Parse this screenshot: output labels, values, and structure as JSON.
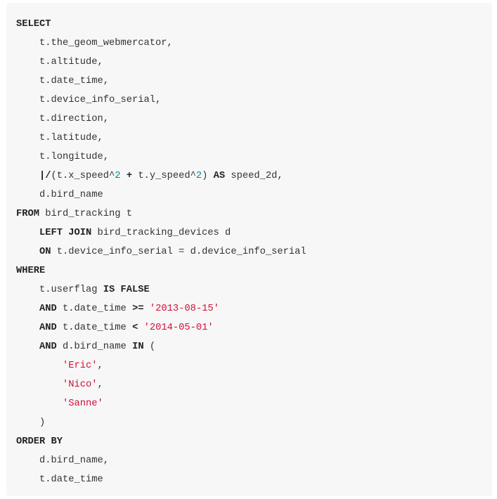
{
  "code_block": {
    "language": "sql",
    "colors": {
      "background": "#f7f7f7",
      "text": "#333333",
      "keyword": "#222222",
      "string": "#d0103a",
      "number": "#008b8b"
    },
    "lines": [
      [
        {
          "t": "kw",
          "v": "SELECT"
        }
      ],
      [
        {
          "t": "plain",
          "v": "    t.the_geom_webmercator,"
        }
      ],
      [
        {
          "t": "plain",
          "v": "    t.altitude,"
        }
      ],
      [
        {
          "t": "plain",
          "v": "    t.date_time,"
        }
      ],
      [
        {
          "t": "plain",
          "v": "    t.device_info_serial,"
        }
      ],
      [
        {
          "t": "plain",
          "v": "    t.direction,"
        }
      ],
      [
        {
          "t": "plain",
          "v": "    t.latitude,"
        }
      ],
      [
        {
          "t": "plain",
          "v": "    t.longitude,"
        }
      ],
      [
        {
          "t": "plain",
          "v": "    "
        },
        {
          "t": "op",
          "v": "|/"
        },
        {
          "t": "plain",
          "v": "(t.x_speed^"
        },
        {
          "t": "num",
          "v": "2"
        },
        {
          "t": "plain",
          "v": " "
        },
        {
          "t": "op",
          "v": "+"
        },
        {
          "t": "plain",
          "v": " t.y_speed^"
        },
        {
          "t": "num",
          "v": "2"
        },
        {
          "t": "plain",
          "v": ") "
        },
        {
          "t": "kw",
          "v": "AS"
        },
        {
          "t": "plain",
          "v": " speed_2d,"
        }
      ],
      [
        {
          "t": "plain",
          "v": "    d.bird_name"
        }
      ],
      [
        {
          "t": "kw",
          "v": "FROM"
        },
        {
          "t": "plain",
          "v": " bird_tracking t"
        }
      ],
      [
        {
          "t": "plain",
          "v": "    "
        },
        {
          "t": "kw",
          "v": "LEFT JOIN"
        },
        {
          "t": "plain",
          "v": " bird_tracking_devices d"
        }
      ],
      [
        {
          "t": "plain",
          "v": "    "
        },
        {
          "t": "kw",
          "v": "ON"
        },
        {
          "t": "plain",
          "v": " t.device_info_serial = d.device_info_serial"
        }
      ],
      [
        {
          "t": "kw",
          "v": "WHERE"
        }
      ],
      [
        {
          "t": "plain",
          "v": "    t.userflag "
        },
        {
          "t": "kw",
          "v": "IS FALSE"
        }
      ],
      [
        {
          "t": "plain",
          "v": "    "
        },
        {
          "t": "kw",
          "v": "AND"
        },
        {
          "t": "plain",
          "v": " t.date_time "
        },
        {
          "t": "op",
          "v": ">="
        },
        {
          "t": "plain",
          "v": " "
        },
        {
          "t": "str",
          "v": "'2013-08-15'"
        }
      ],
      [
        {
          "t": "plain",
          "v": "    "
        },
        {
          "t": "kw",
          "v": "AND"
        },
        {
          "t": "plain",
          "v": " t.date_time "
        },
        {
          "t": "op",
          "v": "<"
        },
        {
          "t": "plain",
          "v": " "
        },
        {
          "t": "str",
          "v": "'2014-05-01'"
        }
      ],
      [
        {
          "t": "plain",
          "v": "    "
        },
        {
          "t": "kw",
          "v": "AND"
        },
        {
          "t": "plain",
          "v": " d.bird_name "
        },
        {
          "t": "kw",
          "v": "IN"
        },
        {
          "t": "plain",
          "v": " ("
        }
      ],
      [
        {
          "t": "plain",
          "v": "        "
        },
        {
          "t": "str",
          "v": "'Eric'"
        },
        {
          "t": "plain",
          "v": ","
        }
      ],
      [
        {
          "t": "plain",
          "v": "        "
        },
        {
          "t": "str",
          "v": "'Nico'"
        },
        {
          "t": "plain",
          "v": ","
        }
      ],
      [
        {
          "t": "plain",
          "v": "        "
        },
        {
          "t": "str",
          "v": "'Sanne'"
        }
      ],
      [
        {
          "t": "plain",
          "v": "    )"
        }
      ],
      [
        {
          "t": "kw",
          "v": "ORDER BY"
        }
      ],
      [
        {
          "t": "plain",
          "v": "    d.bird_name,"
        }
      ],
      [
        {
          "t": "plain",
          "v": "    t.date_time"
        }
      ]
    ]
  }
}
